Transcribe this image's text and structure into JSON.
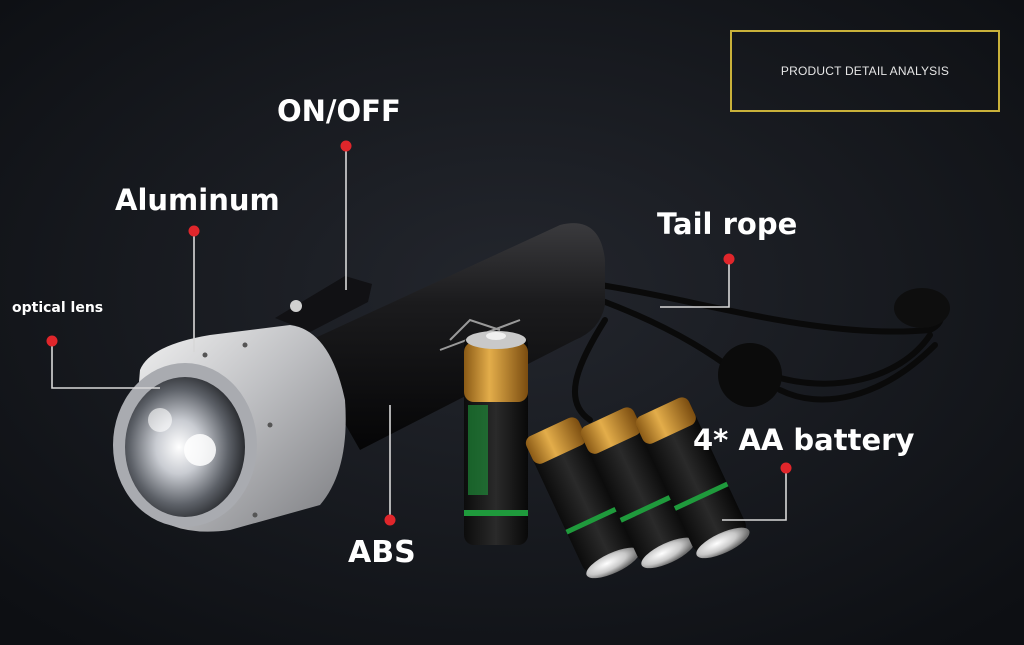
{
  "title_box": {
    "text": "PRODUCT DETAIL ANALYSIS",
    "border_color": "#c9b13a"
  },
  "callouts": {
    "on_off": "ON/OFF",
    "aluminum": "Aluminum",
    "optical_lens": "optical lens",
    "tail_rope": "Tail rope",
    "battery": "4* AA battery",
    "abs": "ABS"
  },
  "colors": {
    "background": "#14161b",
    "marker": "#e0262b",
    "leader_line": "#d8d8d8",
    "battery_gold": "#c8902e",
    "battery_green": "#1f9a3c"
  }
}
